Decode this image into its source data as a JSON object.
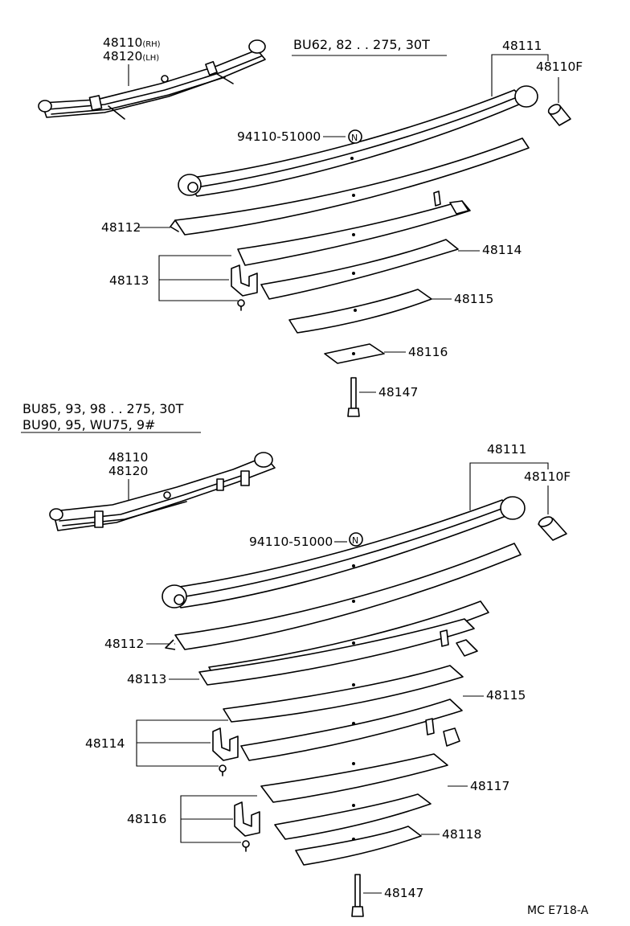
{
  "section1": {
    "title": "BU62, 82 . . 275, 30T",
    "parts": {
      "assy_rh": "48110",
      "assy_rh_tag": "(RH)",
      "assy_lh": "48120",
      "assy_lh_tag": "(LH)",
      "main_leaf": "48111",
      "bushing": "48110F",
      "nut": "94110-51000",
      "leaf2": "48112",
      "clip": "48113",
      "leaf3": "48114",
      "leaf4": "48115",
      "pad": "48116",
      "center_bolt": "48147"
    }
  },
  "section2": {
    "title_line1": "BU85, 93, 98 . . 275, 30T",
    "title_line2": "BU90, 95, WU75, 9#",
    "parts": {
      "assy_rh": "48110",
      "assy_lh": "48120",
      "main_leaf": "48111",
      "bushing": "48110F",
      "nut": "94110-51000",
      "leaf2": "48112",
      "leaf3": "48113",
      "clip_a": "48114",
      "leaf4": "48115",
      "clip_b": "48116",
      "leaf5": "48117",
      "leaf6": "48118",
      "center_bolt": "48147"
    }
  },
  "nut_symbol": "N",
  "footer_code": "MC E718-A"
}
